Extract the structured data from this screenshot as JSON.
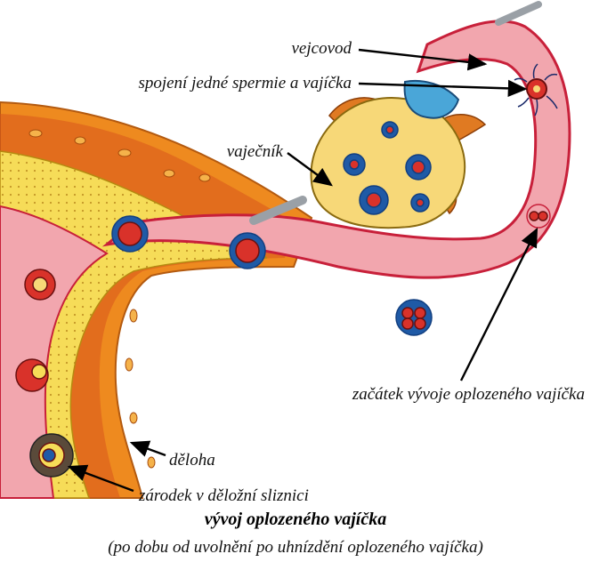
{
  "labels": {
    "vejcovod": "vejcovod",
    "spojeni": "spojení jedné spermie a vajíčka",
    "vajecnik": "vaječník",
    "zacatek": "začátek vývoje oplozeného vajíčka",
    "deloha": "děloha",
    "zarodek": "zárodek v děložní sliznici"
  },
  "caption": {
    "title": "vývoj oplozeného vajíčka",
    "subtitle": "(po dobu od uvolnění po uhnízdění oplozeného vajíčka)"
  },
  "colors": {
    "tube": "#f2a6ae",
    "tube_edge": "#c8203a",
    "uterus_orange": "#ee8a1f",
    "uterus_deep": "#d8561b",
    "mucosa_yellow": "#f6dc58",
    "ovary": "#f7d878",
    "follicle_blue": "#1f5aa6",
    "egg_red": "#d9322a",
    "ovary_top": "#4aa6d8"
  }
}
